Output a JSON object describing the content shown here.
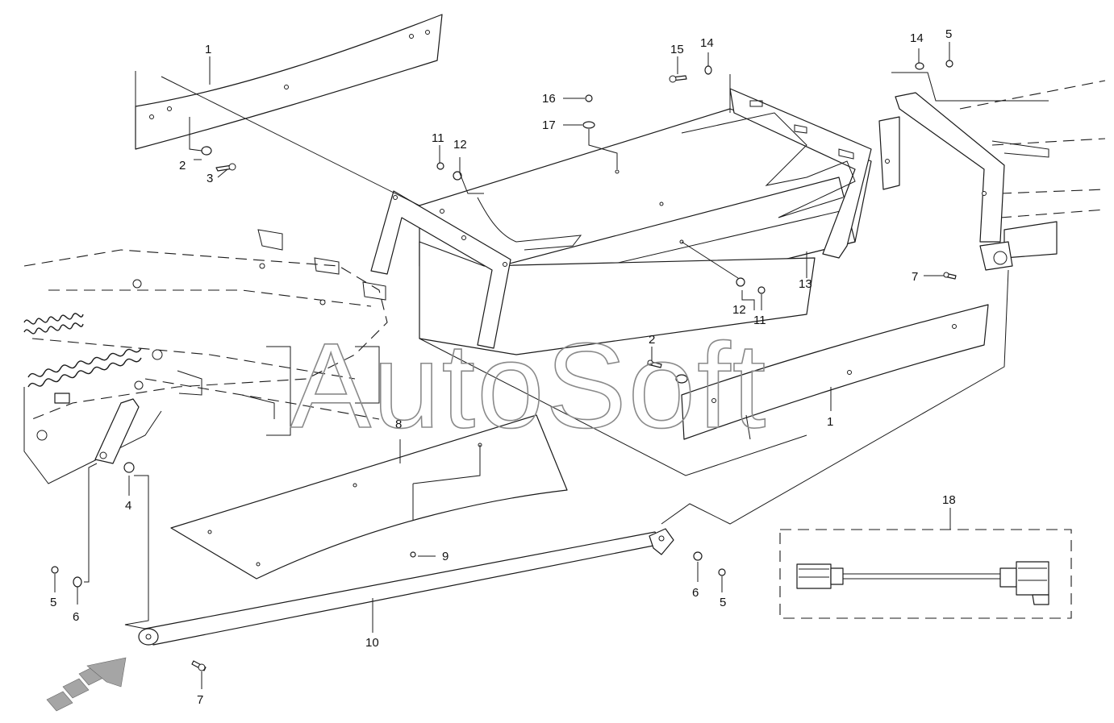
{
  "watermark": "AutoSoft",
  "callouts": {
    "c1a": "1",
    "c1b": "1",
    "c2a": "2",
    "c2b": "2",
    "c3": "3",
    "c4": "4",
    "c5a": "5",
    "c5b": "5",
    "c5c": "5",
    "c6a": "6",
    "c6b": "6",
    "c7a": "7",
    "c7b": "7",
    "c8": "8",
    "c9": "9",
    "c10": "10",
    "c11a": "11",
    "c11b": "11",
    "c12a": "12",
    "c12b": "12",
    "c13": "13",
    "c14a": "14",
    "c14b": "14",
    "c15": "15",
    "c16": "16",
    "c17": "17",
    "c18": "18"
  },
  "colors": {
    "line": "#1a1a1a",
    "watermark": "#8a8a8a",
    "direction_arrow": "#a5a5a5"
  },
  "icons": {
    "direction": "direction-arrow-icon"
  }
}
